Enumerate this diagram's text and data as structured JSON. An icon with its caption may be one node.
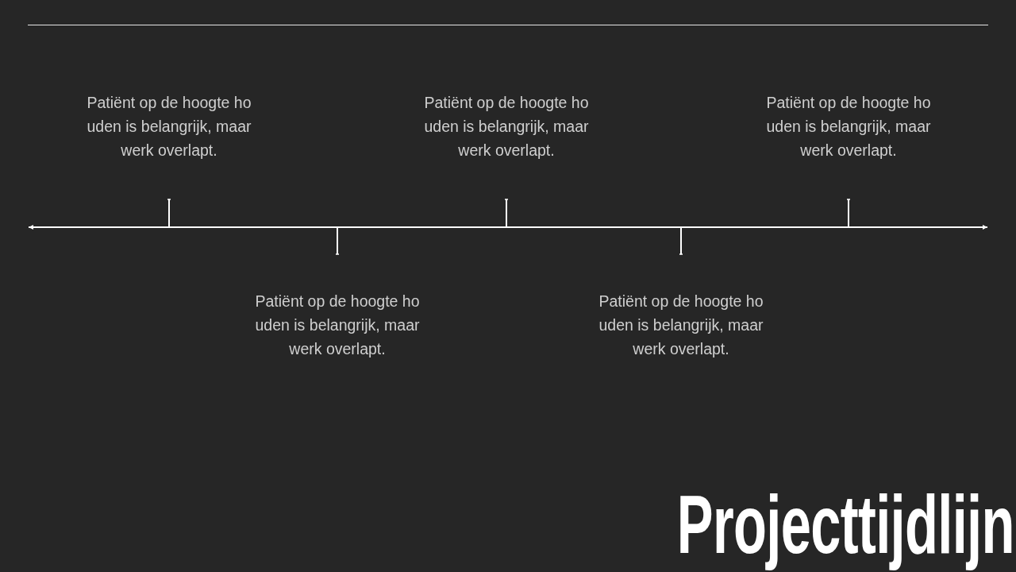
{
  "diagram": {
    "title": "Projecttijdlijn",
    "labels": [
      "Patiënt op de hoogte ho uden is belangrijk, maar werk overlapt.",
      "Patiënt op de hoogte ho uden is belangrijk, maar werk overlapt.",
      "Patiënt op de hoogte ho uden is belangrijk, maar werk overlapt.",
      "Patiënt op de hoogte ho uden is belangrijk, maar werk overlapt.",
      "Patiënt op de hoogte ho uden is belangrijk, maar werk overlapt."
    ]
  }
}
